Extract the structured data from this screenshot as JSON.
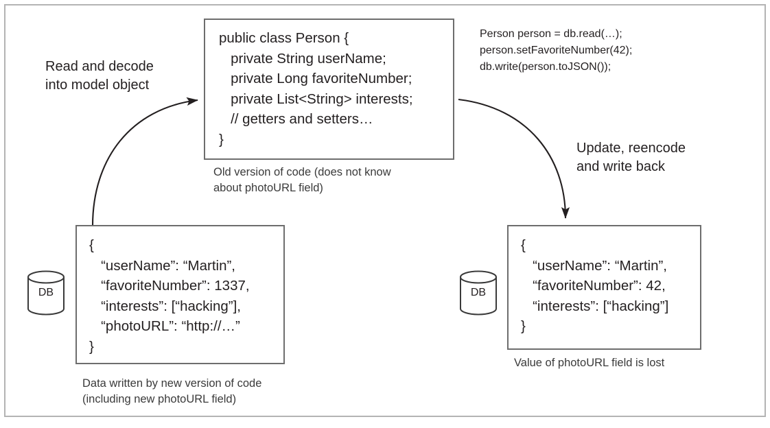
{
  "figure": {
    "type": "diagram",
    "title": "Data loss when old code rewrites a record written by new code"
  },
  "code_box": {
    "name": "person-class-code",
    "lines": "public class Person {\n   private String userName;\n   private Long favoriteNumber;\n   private List<String> interests;\n   // getters and setters…\n}",
    "caption": "Old version of code (does not know\nabout photoURL field)"
  },
  "usage_snippet": {
    "name": "read-update-write-snippet",
    "lines": "Person person = db.read(…);\nperson.setFavoriteNumber(42);\ndb.write(person.toJSON());"
  },
  "left_arrow": {
    "label": "Read and decode\ninto model object"
  },
  "right_arrow": {
    "label": "Update, reencode\nand write back"
  },
  "source_record": {
    "name": "db-record-before",
    "db_label": "DB",
    "json": "{\n   “userName”: “Martin”,\n   “favoriteNumber”: 1337,\n   “interests”: [“hacking”],\n   “photoURL”: “http://…”\n}",
    "caption": "Data written by new version of code\n(including new photoURL field)"
  },
  "result_record": {
    "name": "db-record-after",
    "db_label": "DB",
    "json": "{\n   “userName”: “Martin”,\n   “favoriteNumber”: 42,\n   “interests”: [“hacking”]\n}",
    "caption": "Value of photoURL field is lost"
  },
  "colors": {
    "outer_frame": "#b3b3b3",
    "box_border": "#6d6d6d",
    "text": "#231f20",
    "caption_text": "#3a3a3a",
    "arrow_stroke": "#231f20",
    "background": "#ffffff"
  }
}
